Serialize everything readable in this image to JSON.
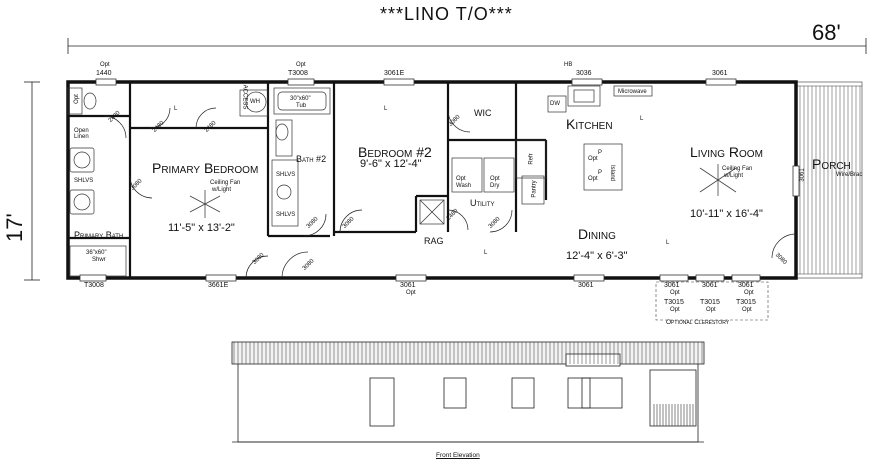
{
  "title": "***LINO T/O***",
  "overall": {
    "width": "68'",
    "depth": "17'"
  },
  "rooms": {
    "primary_bedroom": {
      "name": "Primary Bedroom",
      "size": "11'-5\" x 13'-2\"",
      "fan": "Ceiling Fan",
      "fan2": "w/Light"
    },
    "bedroom2": {
      "name": "Bedroom #2",
      "size": "9'-6\" x 12'-4\""
    },
    "kitchen": {
      "name": "Kitchen"
    },
    "living": {
      "name": "Living Room",
      "size": "10'-11\" x 16'-4\"",
      "fan": "Ceiling Fan",
      "fan2": "w/Light"
    },
    "dining": {
      "name": "Dining",
      "size": "12'-4\" x 6'-3\""
    },
    "porch": {
      "name": "Porch",
      "note": "Wire/Brac"
    },
    "primary_bath": {
      "name": "Primary Bath"
    },
    "bath2": {
      "name": "Bath #2"
    },
    "utility": {
      "name": "Utility"
    },
    "wic": {
      "name": "WIC"
    },
    "rag": {
      "name": "RAG"
    }
  },
  "top_windows": {
    "w1": "1440",
    "w1opt": "Opt",
    "w2": "T3008",
    "w2opt": "Opt",
    "w3": "3061E",
    "w4": "3036",
    "w5": "3061",
    "hb": "HB"
  },
  "bottom_windows": {
    "w1": "T3008",
    "w2": "3661E",
    "w3": "3061",
    "w3opt": "Opt",
    "w4": "3061",
    "w5": "3061",
    "w5opt": "Opt",
    "w6": "3061",
    "w7": "3061",
    "w7opt": "Opt"
  },
  "clerestory": {
    "label": "Optional Clerestory",
    "t1": "T3015",
    "t2": "T3015",
    "t3": "T3015",
    "opt": "Opt"
  },
  "doors": {
    "d1": "2480",
    "d2": "2480",
    "d3": "2480",
    "d4": "3080",
    "d5": "3080",
    "d6": "3080",
    "d7": "3080",
    "d8": "2480",
    "d9": "3080",
    "d10": "3080",
    "d11": "3080",
    "d12": "3080",
    "d13": "3061"
  },
  "fixtures": {
    "tub": "30\"x60\"",
    "tub2": "Tub",
    "shower": "36\"x60\"",
    "shower2": "Shwr",
    "shlvs": "SHLVS",
    "open_linen": "Open",
    "open_linen2": "Linen",
    "wh": "WH",
    "access": "ACCESS",
    "dw": "DW",
    "microwave": "Microwave",
    "refr": "Refr",
    "pantry": "Pantry",
    "island": "Island",
    "opt": "Opt",
    "opt_wash": "Opt",
    "opt_wash2": "Wash",
    "opt_dry": "Opt",
    "opt_dry2": "Dry",
    "p": "P",
    "l": "L"
  },
  "front_elevation_label": "Front Elevation"
}
